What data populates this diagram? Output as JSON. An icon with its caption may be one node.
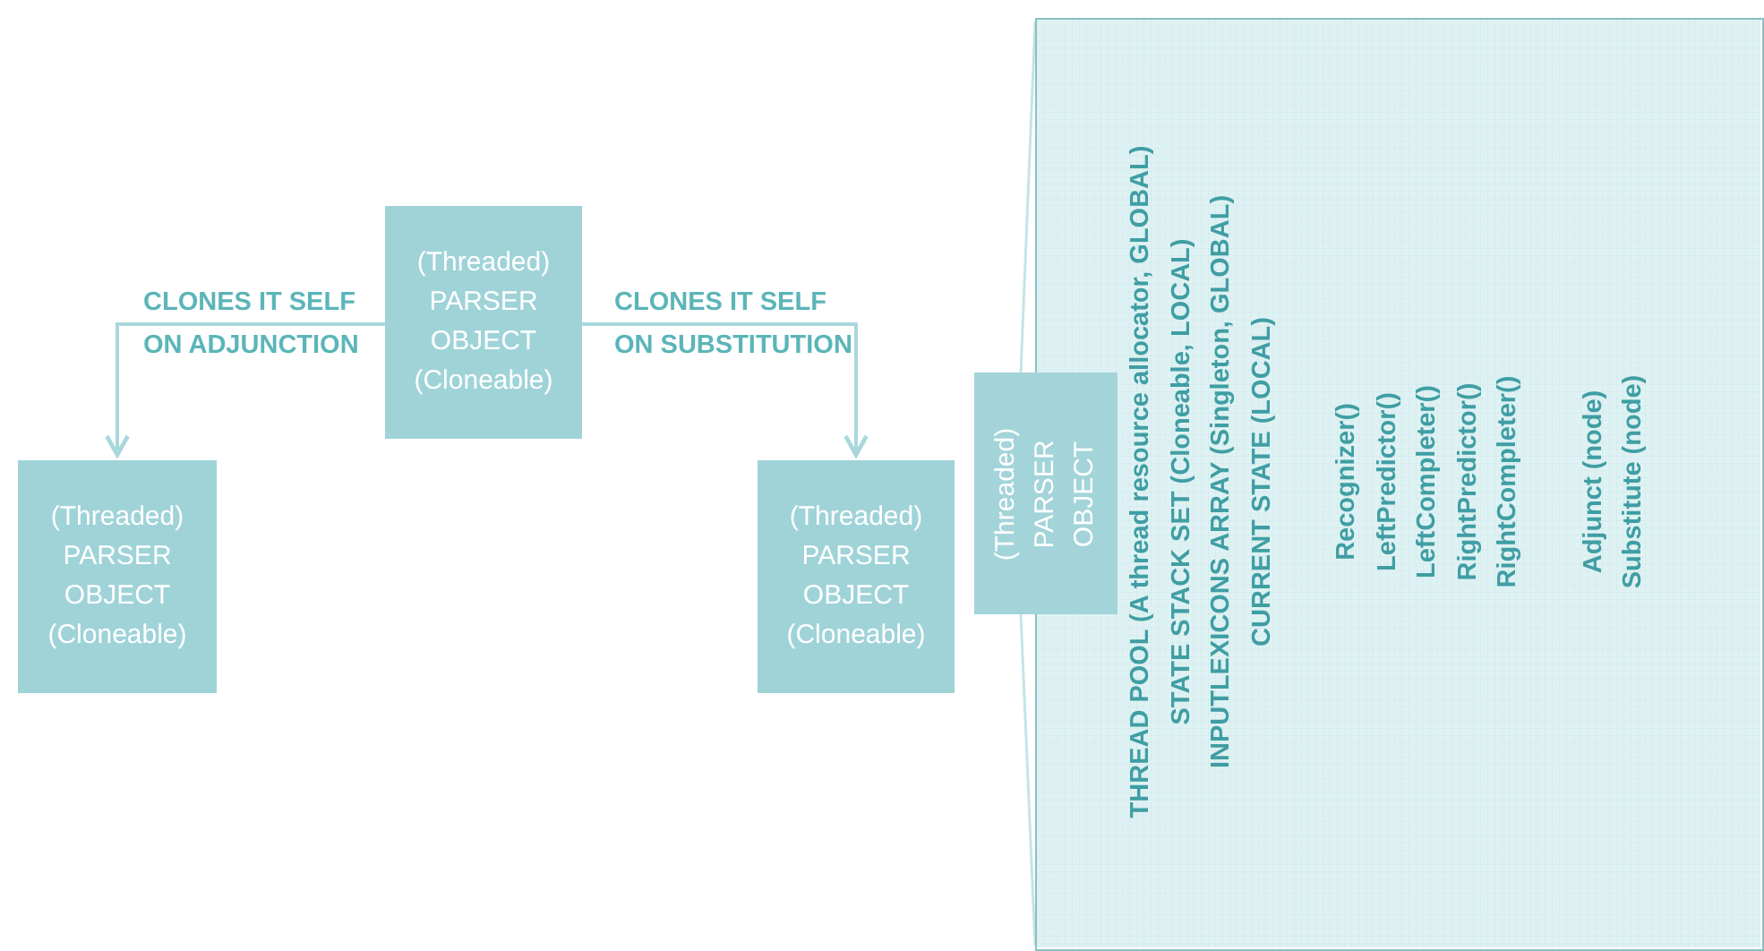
{
  "diagram": {
    "nodes": [
      {
        "text": [
          "(Threaded) PARSER OBJECT (Cloneable)"
        ]
      },
      {
        "text": [
          "(Threaded) PARSER OBJECT (Cloneable)"
        ]
      },
      {
        "text": [
          "(Threaded) PARSER OBJECT (Cloneable)"
        ]
      },
      {
        "text": [
          "(Threaded) PARSER OBJECT"
        ]
      },
      {
        "text": [
          "THREAD POOL (A thread resource allocator, GLOBAL)",
          "STATE STACK SET (Cloneable, LOCAL)",
          "INPUTLEXICONS ARRAY (Singleton, GLOBAL)",
          "CURRENT STATE (LOCAL)",
          "Recognizer()",
          "LeftPredictor()",
          "LeftCompleter()",
          "RightPredictor()",
          "RightCompleter()",
          "Adjunct (node)",
          "Substitute (node)"
        ]
      }
    ],
    "edges": [
      {
        "from": 0,
        "to": 1,
        "arrow": "to",
        "label": "CLONES IT SELF ON ADJUNCTION"
      },
      {
        "from": 0,
        "to": 2,
        "arrow": "to",
        "label": "CLONES IT SELF ON SUBSTITUTION"
      },
      {
        "from": 3,
        "to": 4,
        "arrow": "none"
      },
      {
        "from": 3,
        "to": 4,
        "arrow": "none"
      }
    ]
  }
}
